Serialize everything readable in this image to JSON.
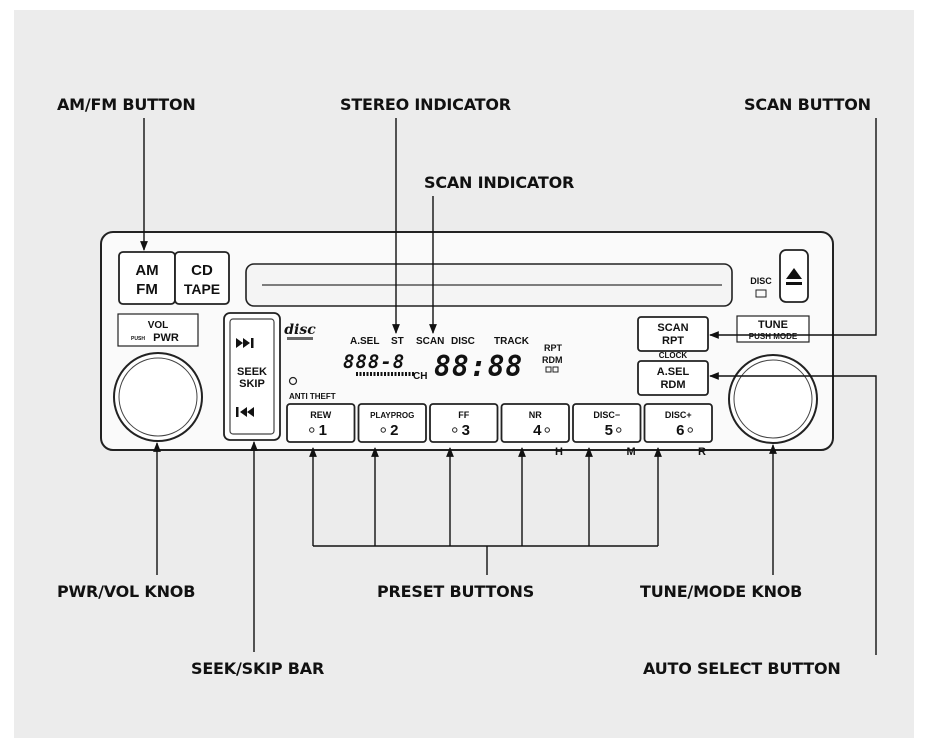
{
  "callouts": {
    "am_fm_button": "AM/FM BUTTON",
    "stereo_indicator": "STEREO INDICATOR",
    "scan_button": "SCAN BUTTON",
    "scan_indicator": "SCAN INDICATOR",
    "pwr_vol_knob": "PWR/VOL KNOB",
    "preset_buttons": "PRESET BUTTONS",
    "tune_mode_knob": "TUNE/MODE KNOB",
    "seek_skip_bar": "SEEK/SKIP BAR",
    "auto_select_button": "AUTO SELECT BUTTON"
  },
  "radio": {
    "am_label": "AM",
    "fm_label": "FM",
    "cd_label": "CD",
    "tape_label": "TAPE",
    "disc_label": "DISC",
    "vol_label": "VOL",
    "push_label": "PUSH",
    "pwr_label": "PWR",
    "seek_label": "SEEK",
    "skip_label": "SKIP",
    "disc_logo": "disc",
    "anti_theft": "ANTI THEFT",
    "scan_label": "SCAN",
    "rpt_label": "RPT",
    "clock_label": "CLOCK",
    "asel_label": "A.SEL",
    "rdm_label": "RDM",
    "tune_label": "TUNE",
    "push_mode_label": "PUSH MODE",
    "display": {
      "asel": "A.SEL",
      "st": "ST",
      "scan": "SCAN",
      "disc": "DISC",
      "track": "TRACK",
      "rpt": "RPT",
      "rdm": "RDM",
      "ch": "CH",
      "segment_left": "888-8",
      "segment_right": "88:88"
    },
    "presets": [
      {
        "function": "REW",
        "number": "1",
        "marker": ""
      },
      {
        "function": "PLAYPROG",
        "number": "2",
        "marker": ""
      },
      {
        "function": "FF",
        "number": "3",
        "marker": ""
      },
      {
        "function": "NR",
        "number": "4",
        "marker": "H"
      },
      {
        "function": "DISC−",
        "number": "5",
        "marker": "M"
      },
      {
        "function": "DISC+",
        "number": "6",
        "marker": "R"
      }
    ]
  }
}
